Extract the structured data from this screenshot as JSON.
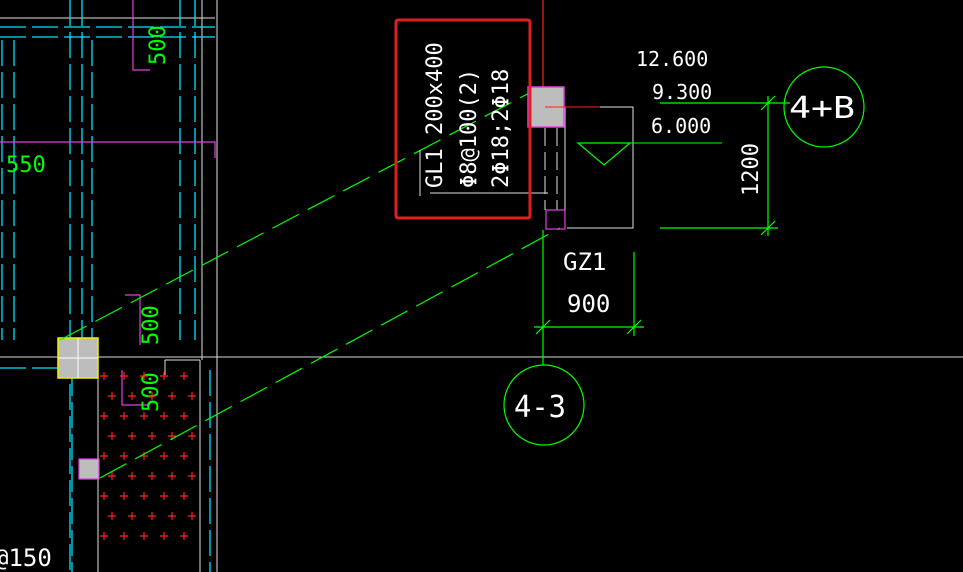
{
  "colors": {
    "background": "#000000",
    "cyan_dash": "#00e5ff",
    "green": "#00ff00",
    "magenta": "#e040e0",
    "white": "#ffffff",
    "red": "#ff2020",
    "gray_fill": "#bdbdbd",
    "highlight_box": "#e02020",
    "yellow_column": "#f0f000"
  },
  "labels": {
    "dim_500_top": "500",
    "dim_550": "550",
    "dim_500_mid": "500",
    "dim_500_low": "500",
    "at150": "@150",
    "elev_1": "12.600",
    "elev_2": "9.300",
    "elev_3": "6.000",
    "dim_1200": "1200",
    "gz1": "GZ1",
    "dim_900": "900",
    "axis_4B": "4+B",
    "axis_43": "4-3"
  },
  "beam_label": {
    "line1": "GL1 200x400",
    "line2": "Φ8@100(2)",
    "line3": "2Φ18;2Φ18"
  }
}
